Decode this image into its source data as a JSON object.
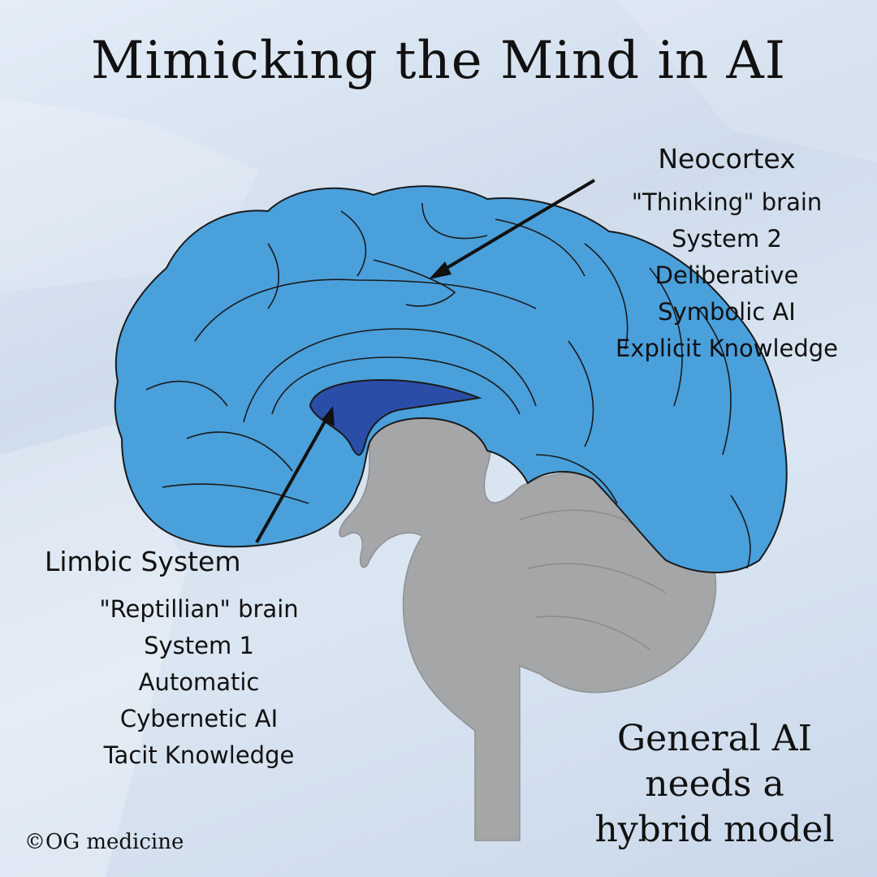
{
  "title": "Mimicking the Mind in AI",
  "neocortex": {
    "heading": "Neocortex",
    "lines": [
      "\"Thinking\" brain",
      "System 2",
      "Deliberative",
      "Symbolic AI",
      "Explicit Knowledge"
    ]
  },
  "limbic": {
    "heading": "Limbic System",
    "lines": [
      "\"Reptillian\" brain",
      "System 1",
      "Automatic",
      "Cybernetic AI",
      "Tacit Knowledge"
    ]
  },
  "conclusion": [
    "General AI",
    "needs a",
    "hybrid model"
  ],
  "credit": "©OG medicine",
  "colors": {
    "cortex": "#4aa0db",
    "limbic_region": "#2a4ea8",
    "brainstem": "#a5a6a8",
    "outline": "#1a1a1a"
  }
}
